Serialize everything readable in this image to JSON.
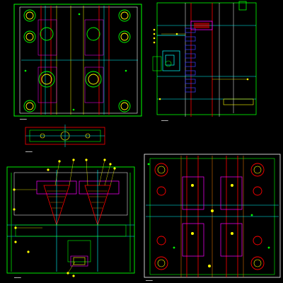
{
  "drawing": {
    "background": "#000000",
    "colors": {
      "frame": "#ffffff",
      "outline": "#00ff00",
      "centerline": "#ff0000",
      "detail": "#00ffff",
      "dimension": "#ffff00",
      "section": "#ff00ff",
      "hidden": "#4040ff",
      "hatch": "#ff8000"
    },
    "views": [
      {
        "name": "top-left-plan",
        "kind": "plan"
      },
      {
        "name": "top-right-side",
        "kind": "side"
      },
      {
        "name": "middle-left-detail",
        "kind": "detail"
      },
      {
        "name": "bottom-left-section",
        "kind": "section"
      },
      {
        "name": "bottom-right-plan",
        "kind": "plan"
      }
    ]
  }
}
